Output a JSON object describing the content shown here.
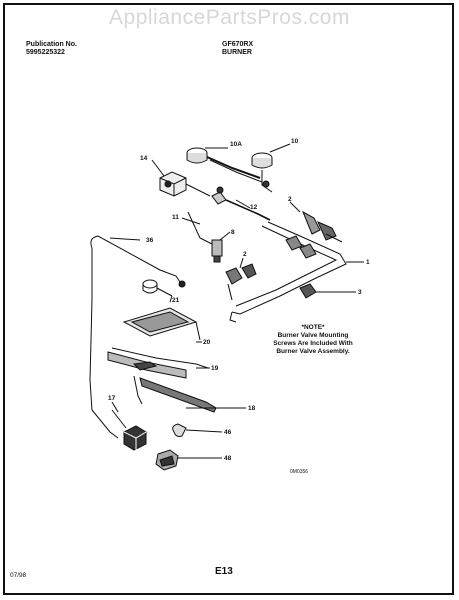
{
  "watermark": "AppliancePartsPros.com",
  "header": {
    "publication_label": "Publication No.",
    "publication_number": "5995225322",
    "model": "GF670RX",
    "section": "BURNER"
  },
  "callouts": {
    "c10a": "10A",
    "c10": "10",
    "c14": "14",
    "c12": "12",
    "c2a": "2",
    "c11": "11",
    "c8": "8",
    "c2b": "2",
    "c36": "36",
    "c1": "1",
    "c3": "3",
    "c21": "21",
    "c20": "20",
    "c19": "19",
    "c18": "18",
    "c17": "17",
    "c46": "46",
    "c48": "48"
  },
  "note": {
    "title": "*NOTE*",
    "line1": "Burner Valve Mounting",
    "line2": "Screws Are Included With",
    "line3": "Burner Valve Assembly."
  },
  "diagram_code": "0M0356",
  "footer": {
    "page_code": "E13",
    "date": "07/98"
  }
}
